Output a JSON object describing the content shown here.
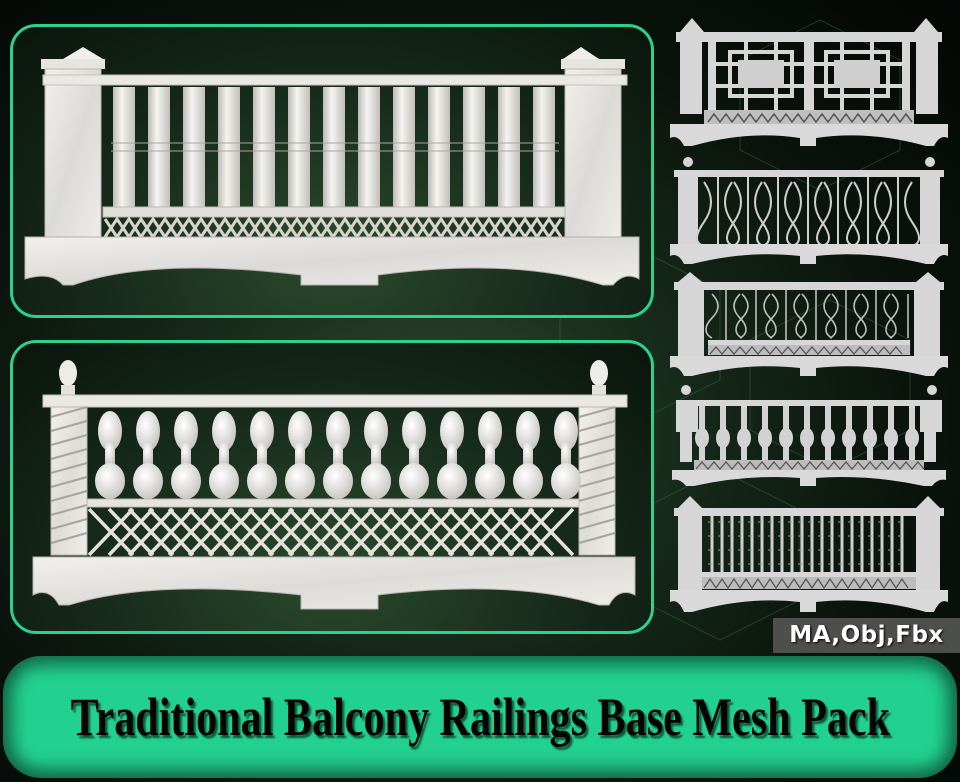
{
  "banner": {
    "title": "Traditional Balcony Railings Base Mesh Pack"
  },
  "format_badge": {
    "label": "MA,Obj,Fbx"
  },
  "colors": {
    "accent": "#2bd18d",
    "banner_fill": "#22d191",
    "background_dark": "#050a06",
    "background_green": "#2c4a30",
    "marble": "#e8e6e2",
    "render_gray": "#d9d9d9",
    "badge_bg": "#4d4f4d"
  },
  "featured_renders": [
    {
      "name": "Marble railing with pyramid-capped posts, columned balusters and lattice base",
      "baluster_count": 13
    },
    {
      "name": "Marble railing with twisted posts, finial caps, vase balusters and diamond lattice",
      "baluster_count": 13
    }
  ],
  "thumbnails": [
    {
      "name": "Geometric rectangular panel railing"
    },
    {
      "name": "Wrought scrollwork railing with finial posts"
    },
    {
      "name": "Dense scroll pattern railing"
    },
    {
      "name": "Turned baluster railing with finial posts",
      "baluster_count": 11
    },
    {
      "name": "Vertical bar lattice railing"
    }
  ]
}
